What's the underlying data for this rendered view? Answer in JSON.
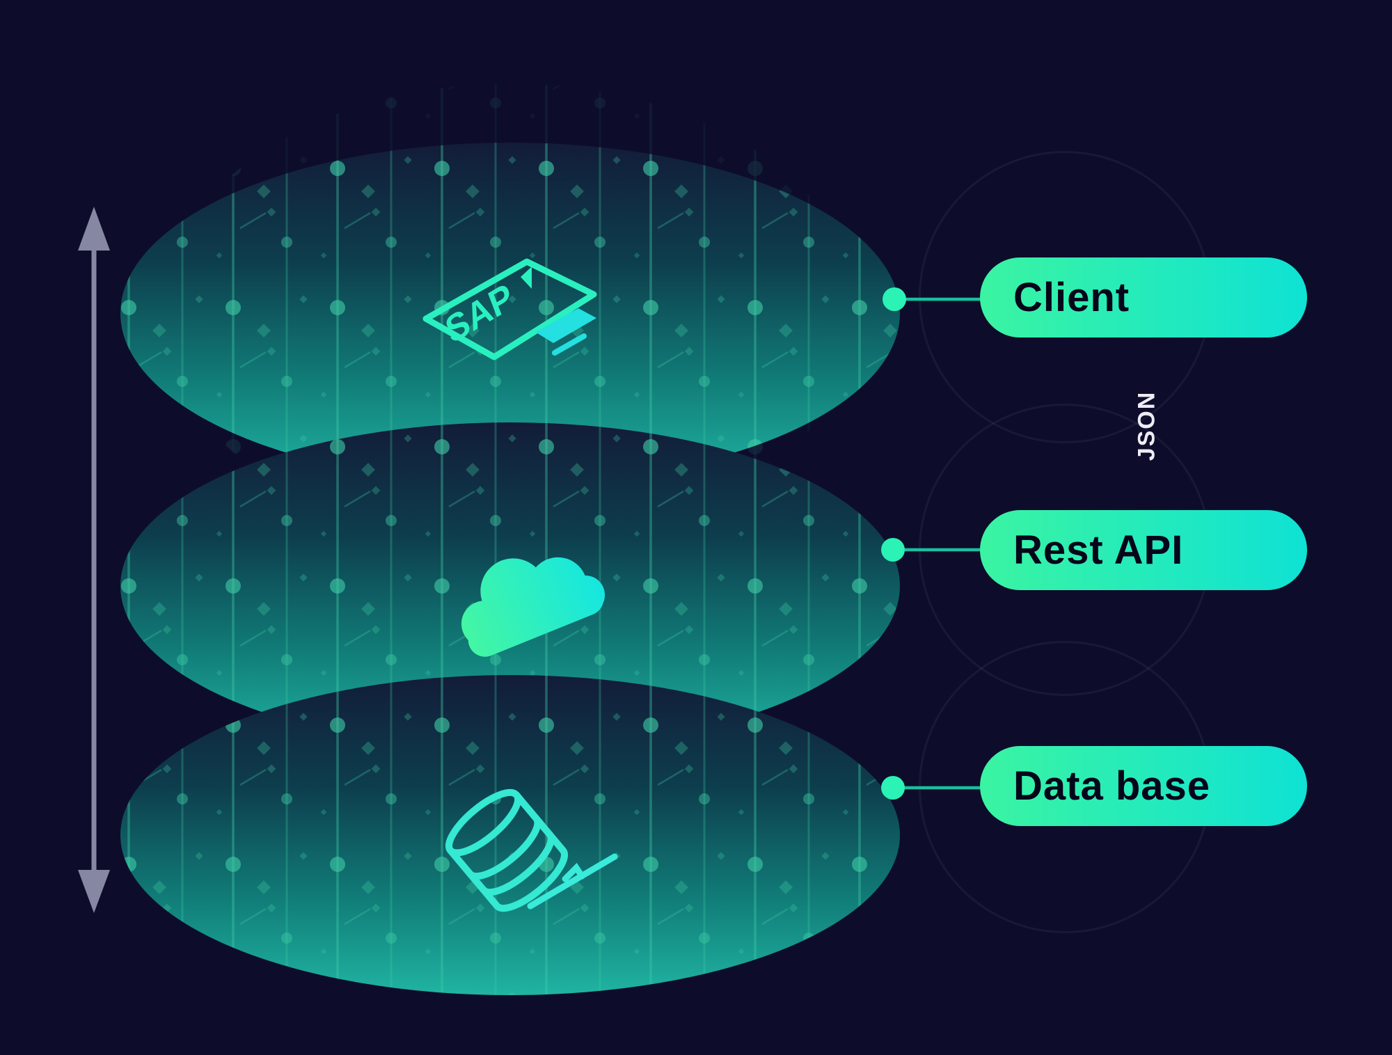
{
  "diagram": {
    "type": "layered-architecture-stack",
    "connection_label": "JSON",
    "layers": [
      {
        "label": "Client",
        "icon": "sap-tablet-icon",
        "icon_text": "SAP"
      },
      {
        "label": "Rest API",
        "icon": "cloud-icon"
      },
      {
        "label": "Data base",
        "icon": "database-cylinder-icon"
      }
    ],
    "axis_icon": "vertical-double-arrow-icon"
  },
  "colors": {
    "background": "#0d0d2b",
    "pill_gradient_start": "#3bf4a2",
    "pill_gradient_end": "#0fe2d4",
    "pill_text": "#06061a",
    "accent_teal": "#2af0c0",
    "layer_teal_bottom": "#20b4a3",
    "layer_dark_top": "#121c39",
    "connector": "#19bfa0",
    "dot": "#2bf2b5",
    "arrow_gray": "#8687a2",
    "json_text": "#ededf5"
  }
}
